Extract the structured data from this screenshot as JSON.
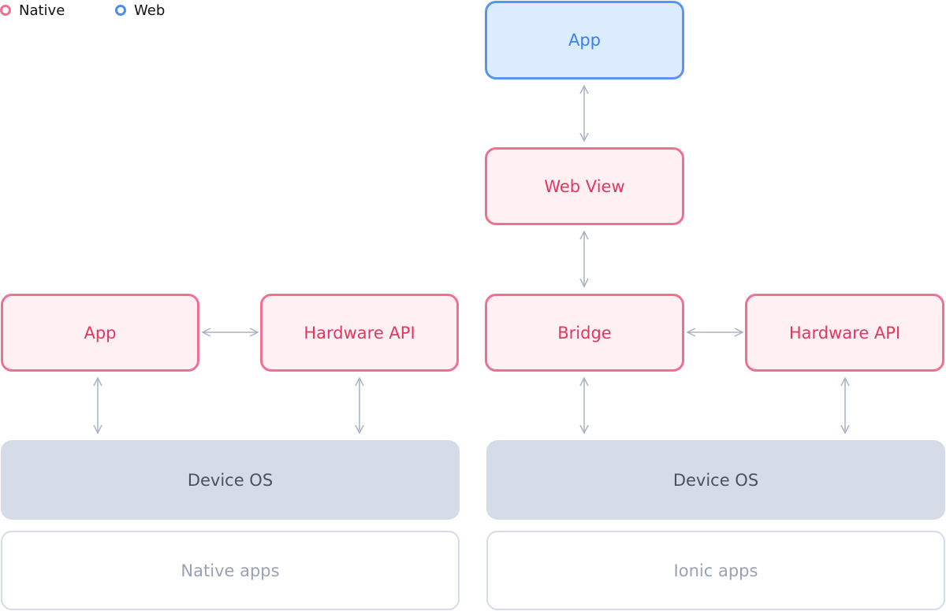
{
  "legend": {
    "native_label": "Native",
    "web_label": "Web",
    "native_color": "#f0718f",
    "web_color": "#3880f6"
  },
  "native_stack": {
    "app": "App",
    "hardware_api": "Hardware API",
    "device_os": "Device OS",
    "caption": "Native apps"
  },
  "ionic_stack": {
    "app": "App",
    "web_view": "Web View",
    "bridge": "Bridge",
    "hardware_api": "Hardware API",
    "device_os": "Device OS",
    "caption": "Ionic apps"
  }
}
